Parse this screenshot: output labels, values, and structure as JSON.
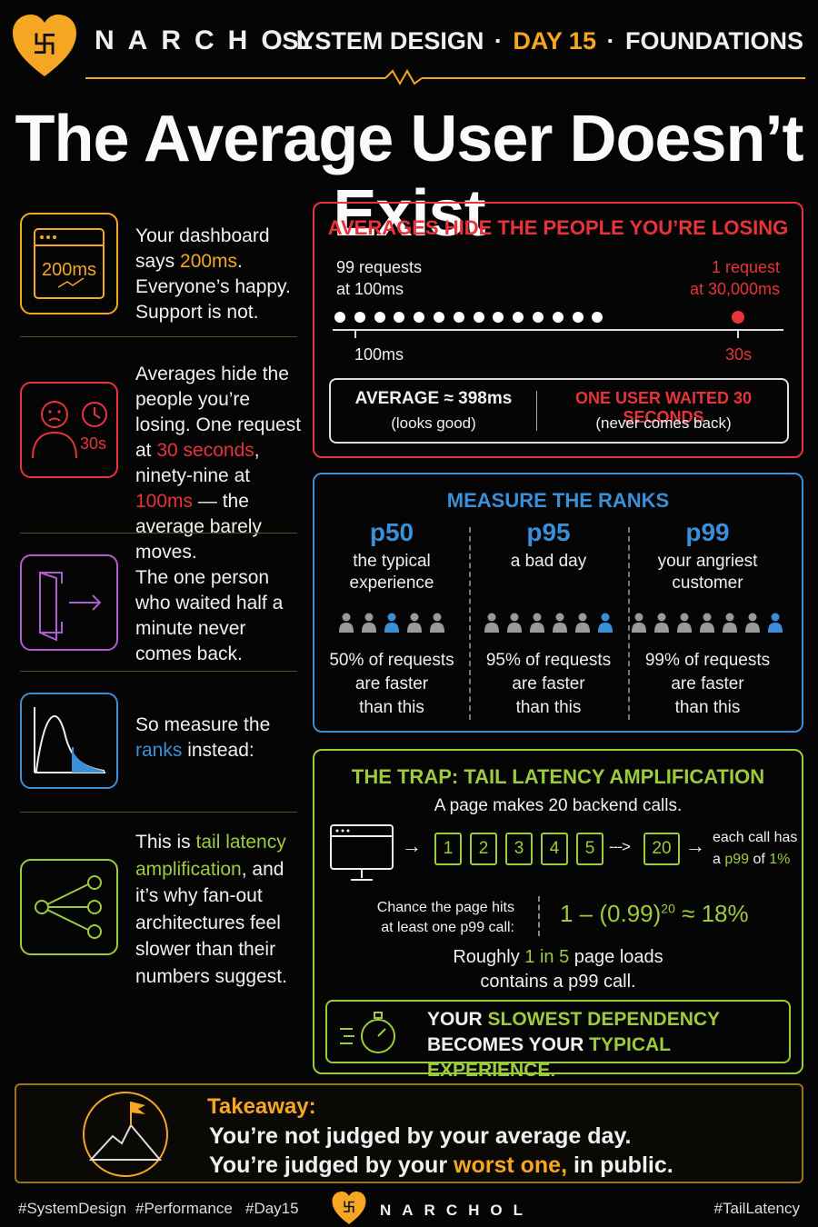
{
  "brand": {
    "name": "NARCHOL",
    "logo_glyph": "卐",
    "logo_color": "#f5a623"
  },
  "header": {
    "series": "SYSTEM DESIGN",
    "sep1": "·",
    "day": "DAY 15",
    "sep2": "·",
    "topic": "FOUNDATIONS"
  },
  "title": "The Average User Doesn’t Exist",
  "left": {
    "item1": {
      "icon": "dashboard-icon",
      "badge": "200ms",
      "text_a": "Your dashboard says ",
      "text_b": "200ms",
      "text_c": ". Everyone’s happy. Support is not."
    },
    "item2": {
      "icon": "sad-user-clock-icon",
      "badge": "30s",
      "text_a": "Averages hide the people you’re losing. One request at ",
      "text_b": "30 seconds",
      "text_c": ", ninety-nine at ",
      "text_d": "100ms",
      "text_e": " — the average barely moves."
    },
    "item3": {
      "icon": "exit-door-icon",
      "text": "The one person who waited half a minute never comes back."
    },
    "item4": {
      "icon": "distribution-tail-icon",
      "text_a": "So measure the ",
      "text_b": "ranks",
      "text_c": " instead:"
    },
    "item5": {
      "icon": "fan-out-icon",
      "text_a": "This is ",
      "text_b": "tail latency amplification",
      "text_c": ", and it’s why fan-out architectures feel slower than their numbers suggest."
    }
  },
  "averages": {
    "title": "AVERAGES HIDE THE PEOPLE YOU’RE LOSING",
    "left_label": "99 requests\nat 100ms",
    "right_label": "1 request\nat 30,000ms",
    "axis_left": "100ms",
    "axis_right": "30s",
    "avg_main": "AVERAGE ≈ 398ms",
    "avg_sub": "(looks good)",
    "waited_main": "ONE USER WAITED 30 SECONDS",
    "waited_sub": "(never comes back)"
  },
  "ranks": {
    "title": "MEASURE THE RANKS",
    "items": [
      {
        "name": "p50",
        "desc": "the typical\nexperience",
        "pct": "50% of requests\nare faster\nthan this"
      },
      {
        "name": "p95",
        "desc": "a bad day",
        "pct": "95% of requests\nare faster\nthan this"
      },
      {
        "name": "p99",
        "desc": "your angriest\ncustomer",
        "pct": "99% of requests\nare faster\nthan this"
      }
    ]
  },
  "trap": {
    "title": "THE TRAP: TAIL LATENCY AMPLIFICATION",
    "subtitle": "A page makes 20 backend calls.",
    "calls": [
      "1",
      "2",
      "3",
      "4",
      "5"
    ],
    "dashes": "--->",
    "last_call": "20",
    "note_a": "each call has",
    "note_b": "a ",
    "note_c": "p99",
    "note_d": " of ",
    "note_e": "1%",
    "chance_label": "Chance the page hits\nat least one p99 call:",
    "formula_a": "1 – (0.99)",
    "formula_exp": "20",
    "formula_b": " ≈ 18%",
    "roughly_a": "Roughly ",
    "roughly_b": "1 in 5",
    "roughly_c": " page loads",
    "roughly_d": "contains a p99 call.",
    "callout_l1_a": "YOUR ",
    "callout_l1_b": "SLOWEST DEPENDENCY",
    "callout_l2_a": "BECOMES YOUR ",
    "callout_l2_b": "TYPICAL EXPERIENCE."
  },
  "takeaway": {
    "label": "Takeaway:",
    "line1": "You’re not judged by your average day.",
    "line2_a": "You’re judged by your ",
    "line2_b": "worst one,",
    "line2_c": " in public."
  },
  "footer": {
    "tags": [
      "#SystemDesign",
      "#Performance",
      "#Day15"
    ],
    "right_tag": "#TailLatency"
  },
  "colors": {
    "gold": "#f5a623",
    "red": "#e8333a",
    "blue": "#3a8fd9",
    "green": "#9ccc3c",
    "purple": "#b05ccf"
  }
}
